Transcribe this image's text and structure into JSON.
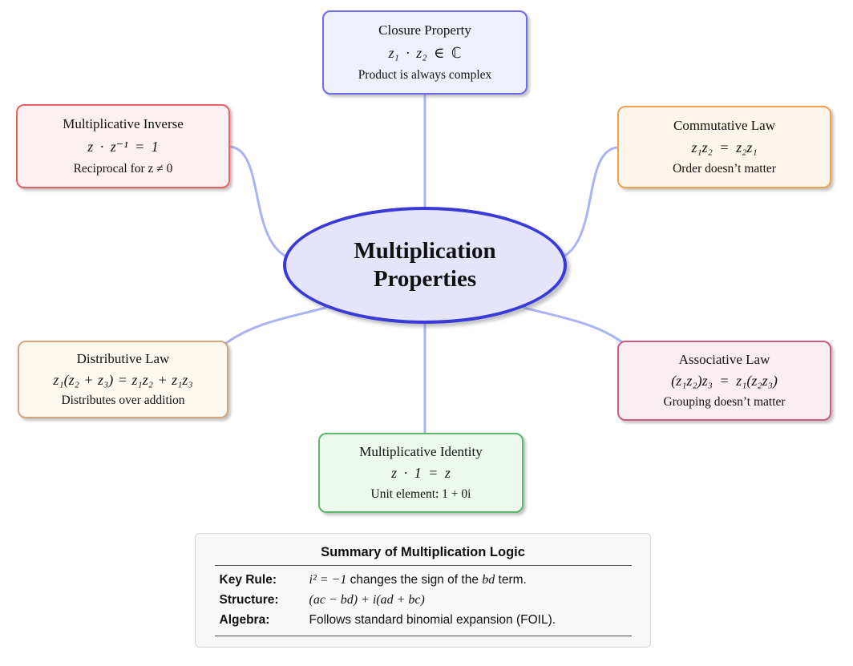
{
  "diagram": {
    "center": {
      "line1": "Multiplication",
      "line2": "Properties",
      "border": "#3a3ad8",
      "fill": "#e4e5fa"
    },
    "connector_color": "#abb3f3",
    "nodes": {
      "closure": {
        "title": "Closure Property",
        "math": "z₁ · z₂ ∈ ℂ",
        "caption": "Product is always complex",
        "border": "#6b6bec",
        "fill": "#eff0fd"
      },
      "inverse": {
        "title": "Multiplicative Inverse",
        "math": "z · z⁻¹ = 1",
        "caption": "Reciprocal for z ≠ 0",
        "border": "#e76262",
        "fill": "#fdf0f0"
      },
      "commutative": {
        "title": "Commutative Law",
        "math": "z₁z₂ = z₂z₁",
        "caption": "Order doesn’t matter",
        "border": "#efa152",
        "fill": "#fdf5e9"
      },
      "distributive": {
        "title": "Distributive Law",
        "math": "z₁(z₂ + z₃) = z₁z₂ + z₁z₃",
        "caption": "Distributes over addition",
        "border": "#d2a67a",
        "fill": "#fdf9f1"
      },
      "associative": {
        "title": "Associative Law",
        "math": "(z₁z₂)z₃ = z₁(z₂z₃)",
        "caption": "Grouping doesn’t matter",
        "border": "#d05a80",
        "fill": "#fbeef3"
      },
      "identity": {
        "title": "Multiplicative Identity",
        "math": "z · 1 = z",
        "caption": "Unit element: 1 + 0i",
        "border": "#5cb86b",
        "fill": "#edf9ed"
      }
    }
  },
  "summary": {
    "title": "Summary of Multiplication Logic",
    "rows": [
      {
        "label": "Key Rule:",
        "math1": "i² = −1",
        "text1": " changes the sign of the ",
        "math2": "bd",
        "text2": " term."
      },
      {
        "label": "Structure:",
        "math1": "(ac − bd) + i(ad + bc)",
        "text1": "",
        "math2": "",
        "text2": ""
      },
      {
        "label": "Algebra:",
        "math1": "",
        "text1": "Follows standard binomial expansion (FOIL).",
        "math2": "",
        "text2": ""
      }
    ]
  }
}
